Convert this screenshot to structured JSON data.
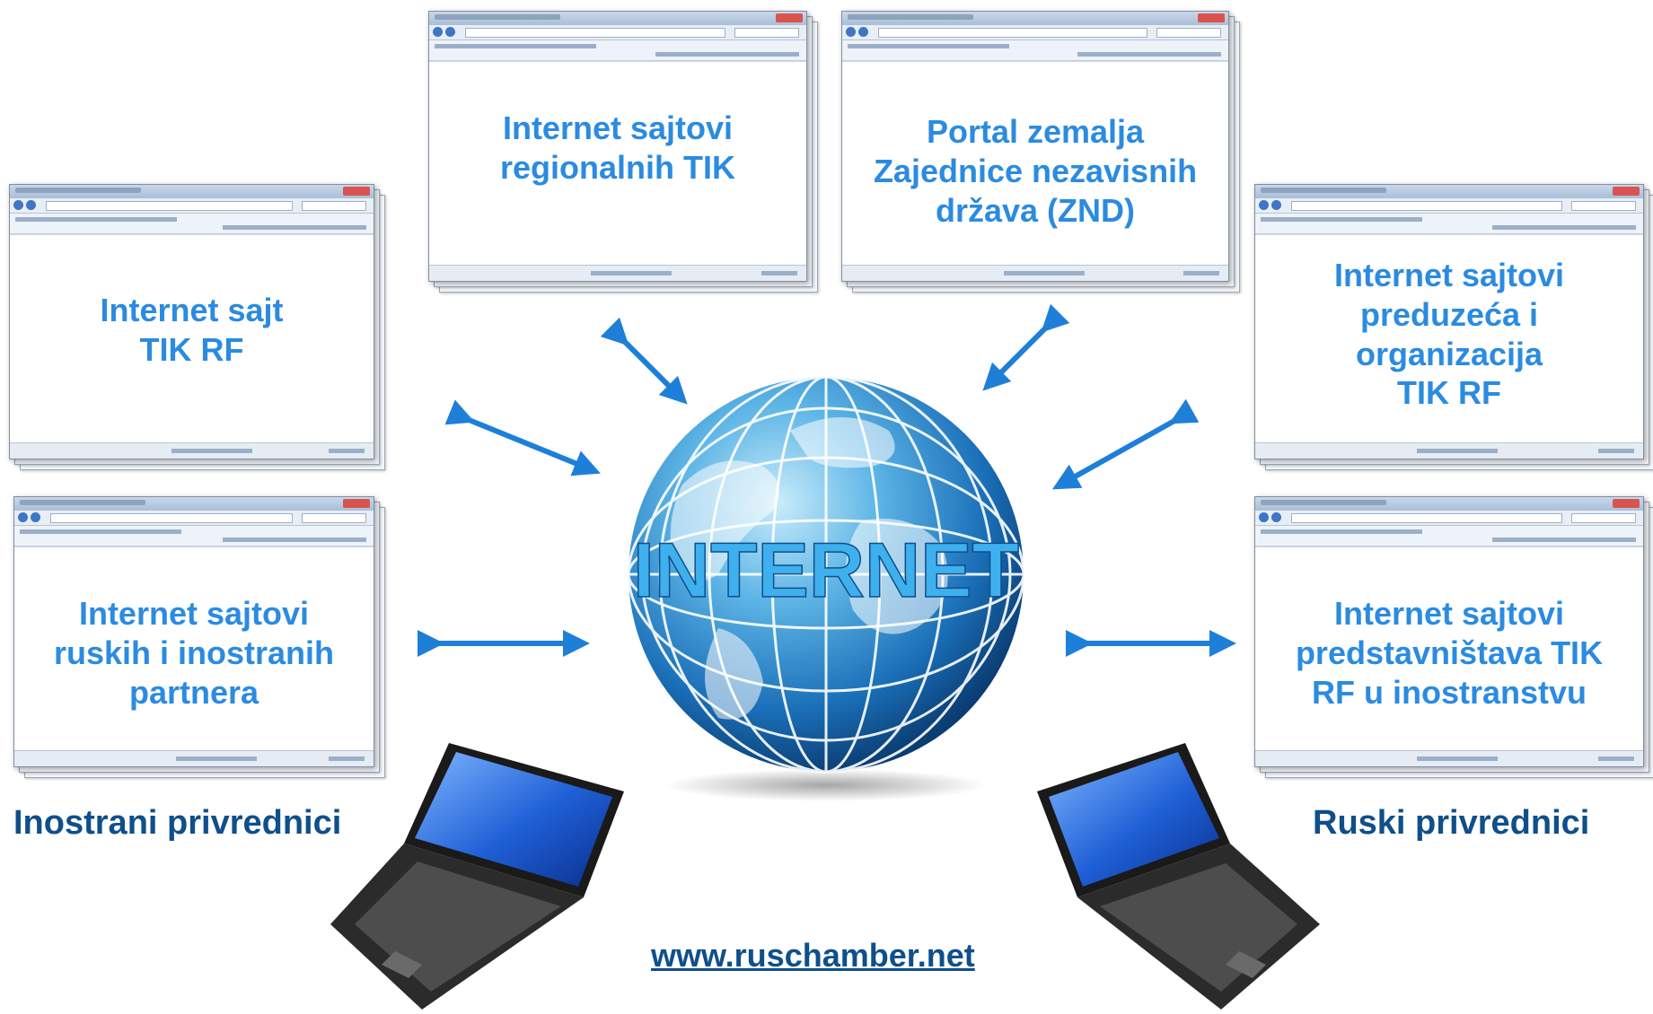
{
  "windows": {
    "regional": "Internet sajtovi\nregionalnih TIK",
    "cis_portal": "Portal zemalja\nZajednice nezavisnih\ndržava (ZND)",
    "tik_rf": "Internet sajt\nTIK RF",
    "enterprises": "Internet sajtovi\npreduzeća i\norganizacija\nTIK RF",
    "partners": "Internet sajtovi\nruskih i inostranih\npartnera",
    "representations": "Internet sajtovi\npredstavništava TIK\nRF u inostranstvu"
  },
  "center_label": "INTERNET",
  "left_caption": "Inostrani privrednici",
  "right_caption": "Ruski privrednici",
  "url": "www.ruschamber.net",
  "icons": [
    "globe-icon",
    "laptop-icon",
    "double-arrow-icon"
  ],
  "colors": {
    "window_text": "#2b8be0",
    "caption": "#0f4f8a",
    "arrow": "#1e7fd8",
    "globe": "#1a6fb8"
  }
}
